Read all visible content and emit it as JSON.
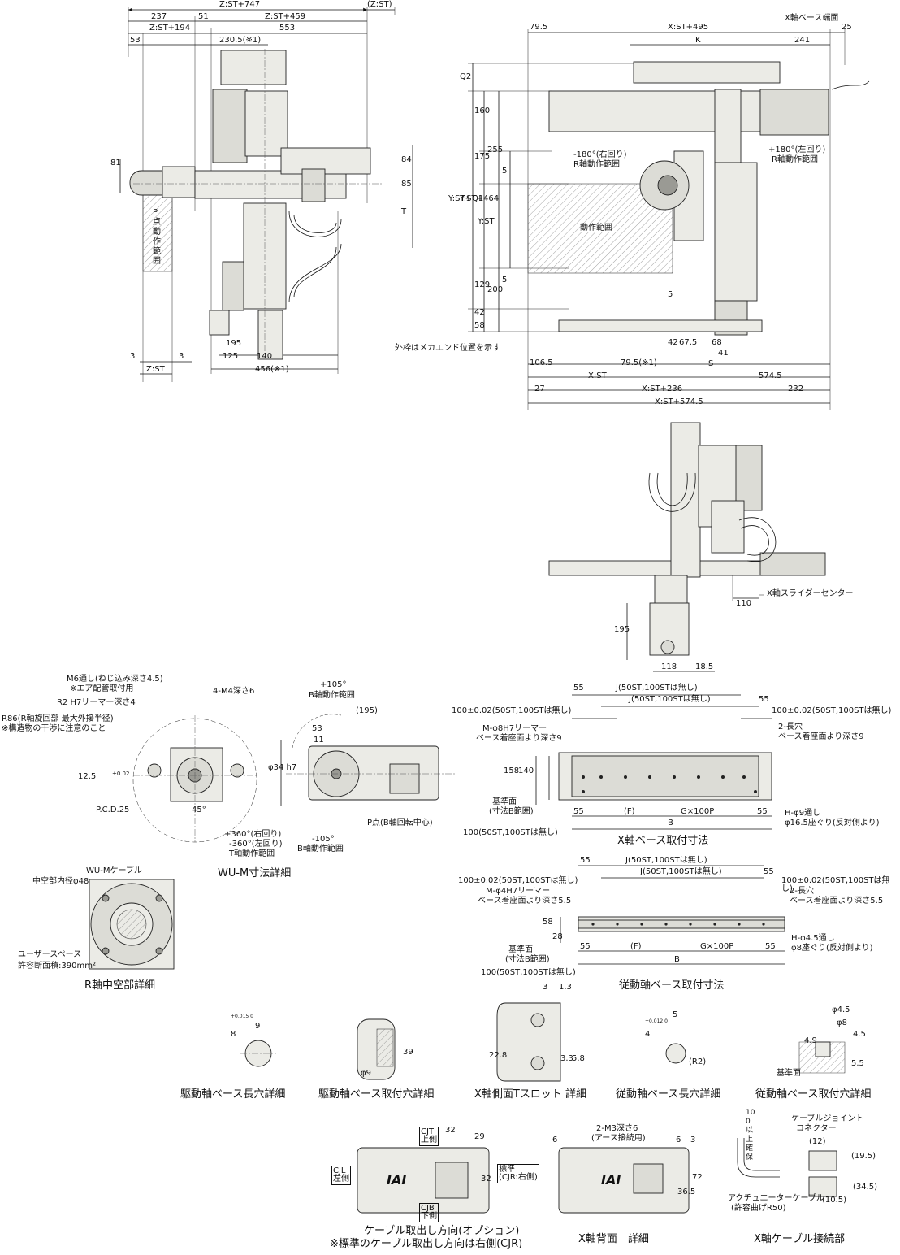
{
  "top_left": {
    "dims_h": [
      "Z:ST+747",
      "(Z:ST)",
      "237",
      "51",
      "Z:ST+459",
      "Z:ST+194",
      "553",
      "53",
      "230.5(※1)",
      "195",
      "125",
      "140",
      "456(※1)",
      "3",
      "3",
      "Z:ST"
    ],
    "dims_v": [
      "81",
      "84",
      "85",
      "T"
    ],
    "p_range": "P点動作範囲"
  },
  "top_right": {
    "dims_h": [
      "79.5",
      "X:ST+495",
      "25",
      "K",
      "241",
      "106.5",
      "79.5(※1)",
      "42",
      "67.5",
      "68",
      "41",
      "S",
      "X:ST",
      "574.5",
      "27",
      "X:ST+236",
      "232",
      "X:ST+574.5"
    ],
    "dims_v": [
      "Q2",
      "160",
      "175",
      "255",
      "5",
      "Y:ST+Q1",
      "Y:ST+464",
      "Y:ST",
      "129",
      "200",
      "5",
      "5",
      "58",
      "42"
    ],
    "labels": {
      "base_end": "X軸ベース端面",
      "r_ccw": "+180°(左回り)",
      "r_ccw_range": "R軸動作範囲",
      "r_cw": "-180°(右回り)",
      "r_cw_range": "R軸動作範囲",
      "motion": "動作範囲",
      "mech_end": "外枠はメカエンド位置を示す"
    }
  },
  "mid": {
    "slider_center": "X軸スライダーセンター",
    "d110": "110",
    "d195": "195",
    "d118": "118",
    "d18_5": "18.5"
  },
  "wum": {
    "m6": "M6通し(ねじ込み深さ4.5)",
    "air": "※エア配管取付用",
    "r2": "R2 H7リーマー深さ4",
    "r86": "R86(R軸旋回部 最大外接半径)",
    "interfere": "※構造物の干渉に注意のこと",
    "m4": "4-M4深さ6",
    "d12_5": "12.5",
    "tol": "±0.02",
    "pcd": "P.C.D.25",
    "deg45": "45°",
    "t_range1": "+360°(右回り)",
    "t_range2": "-360°(左回り)",
    "t_range3": "T軸動作範囲",
    "b_plus": "+105°",
    "b_range": "B軸動作範囲",
    "b_minus": "-105°",
    "b_range2": "B軸動作範囲",
    "d195": "(195)",
    "d53": "53",
    "d11": "11",
    "d34": "φ34 h7",
    "p_point": "P点(B軸回転中心)",
    "caption": "WU-M寸法詳細"
  },
  "hollow": {
    "cable": "WU-Mケーブル",
    "inner": "中空部内径φ48",
    "space1": "ユーザースペース",
    "space2": "許容断面積:390mm²",
    "caption": "R軸中空部詳細"
  },
  "xbase": {
    "d55a": "55",
    "j1": "J(50ST,100STは無し)",
    "j2": "J(50ST,100STは無し)",
    "d55b": "55",
    "hundred_l": "100±0.02(50ST,100STは無し)",
    "hundred_r": "100±0.02(50ST,100STは無し)",
    "ream": "M-φ8H7リーマー",
    "ream2": "ベース着座面より深さ9",
    "slot": "2-長穴",
    "slot2": "ベース着座面より深さ9",
    "d158": "158",
    "d140": "140",
    "ref": "基準面",
    "ref2": "(寸法B範囲)",
    "d55c": "55",
    "f": "(F)",
    "g": "G×100P",
    "d55d": "55",
    "hole": "H-φ9通し",
    "hole2": "φ16.5座ぐり(反対側より)",
    "b": "B",
    "hundred_b": "100(50ST,100STは無し)",
    "caption": "X軸ベース取付寸法"
  },
  "follow": {
    "d55a": "55",
    "j1": "J(50ST,100STは無し)",
    "j2": "J(50ST,100STは無し)",
    "d55b": "55",
    "hundred_l": "100±0.02(50ST,100STは無し)",
    "hundred_r": "100±0.02(50ST,100STは無し)",
    "ream": "M-φ4H7リーマー",
    "ream2": "ベース着座面より深さ5.5",
    "slot": "2-長穴",
    "slot2": "ベース着座面より深さ5.5",
    "d58": "58",
    "d28": "28",
    "ref": "基準面",
    "ref2": "(寸法B範囲)",
    "d55c": "55",
    "f": "(F)",
    "g": "G×100P",
    "d55d": "55",
    "hole": "H-φ4.5通し",
    "hole2": "φ8座ぐり(反対側より)",
    "b": "B",
    "hundred_b": "100(50ST,100STは無し)",
    "caption": "従動軸ベース取付寸法"
  },
  "details": {
    "d1_9": "9",
    "d1_8": "8",
    "d1_tol": "+0.015 0",
    "d1_caption": "駆動軸ベース長穴詳細",
    "d2_39": "39",
    "d2_9": "φ9",
    "d2_caption": "駆動軸ベース取付穴詳細",
    "d3_3": "3",
    "d3_13": "1.3",
    "d3_228": "22.8",
    "d3_33": "3.3",
    "d3_58": "5.8",
    "d3_caption": "X軸側面Tスロット 詳細",
    "d4_5": "5",
    "d4_4": "4",
    "d4_tol": "+0.012 0",
    "d4_r2": "(R2)",
    "d4_caption": "従動軸ベース長穴詳細",
    "d5_45": "φ4.5",
    "d5_8": "φ8",
    "d5_49": "4.9",
    "d5_45b": "4.5",
    "d5_55": "5.5",
    "d5_ref": "基準面",
    "d5_caption": "従動軸ベース取付穴詳細"
  },
  "bottom": {
    "cjt": "CJT",
    "cjt2": "上側",
    "cjl": "CJL",
    "cjl2": "左側",
    "cjb": "CJB",
    "cjb2": "下側",
    "std": "標準",
    "std2": "(CJR:右側)",
    "d32a": "32",
    "d29": "29",
    "d32b": "32",
    "logo": "IAI",
    "c1_caption": "ケーブル取出し方向(オプション)",
    "c1_note": "※標準のケーブル取出し方向は右側(CJR)",
    "m3": "2-M3深さ6",
    "m3b": "(アース接続用)",
    "d6a": "6",
    "d6b": "6",
    "d3": "3",
    "d72": "72",
    "d365": "36.5",
    "logo2": "IAI",
    "c2_caption": "X軸背面　詳細",
    "joint": "ケーブルジョイント",
    "joint2": "コネクター",
    "d100": "100以上確保",
    "d12": "(12)",
    "d195b": "(19.5)",
    "d345": "(34.5)",
    "d105": "(10.5)",
    "act": "アクチュエーターケーブル",
    "act2": "(許容曲げR50)",
    "c3_caption": "X軸ケーブル接続部"
  }
}
